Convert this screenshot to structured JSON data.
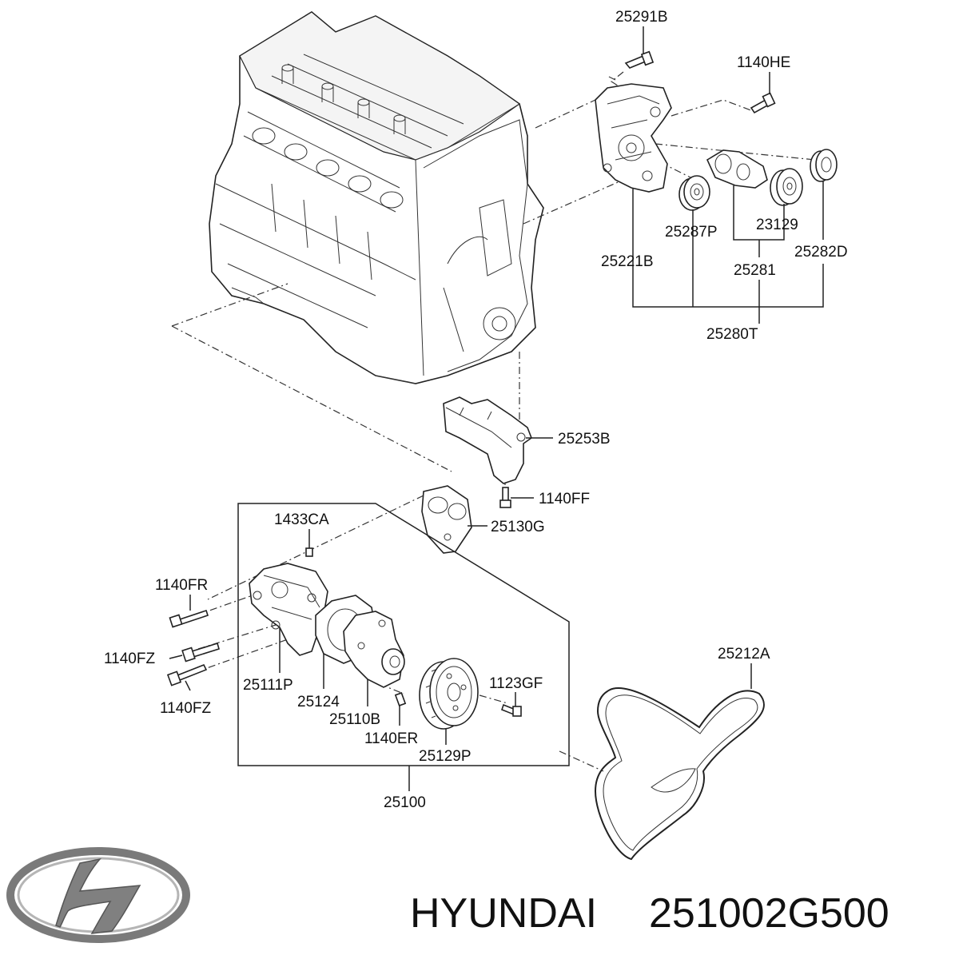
{
  "labels": {
    "p25291B": "25291B",
    "p1140HE": "1140HE",
    "p25287P": "25287P",
    "p23129": "23129",
    "p25221B": "25221B",
    "p25281": "25281",
    "p25282D": "25282D",
    "p25280T": "25280T",
    "p25253B": "25253B",
    "p1140FF": "1140FF",
    "p1433CA": "1433CA",
    "p25130G": "25130G",
    "p1140FR": "1140FR",
    "p1140FZ_a": "1140FZ",
    "p1140FZ_b": "1140FZ",
    "p25111P": "25111P",
    "p25124": "25124",
    "p25110B": "25110B",
    "p1140ER": "1140ER",
    "p1123GF": "1123GF",
    "p25129P": "25129P",
    "p25100": "25100",
    "p25212A": "25212A"
  },
  "caption": {
    "brand": "HYUNDAI",
    "part_number": "251002G500"
  },
  "logo": {
    "icon": "hyundai-logo-icon",
    "wordmark": "H"
  }
}
